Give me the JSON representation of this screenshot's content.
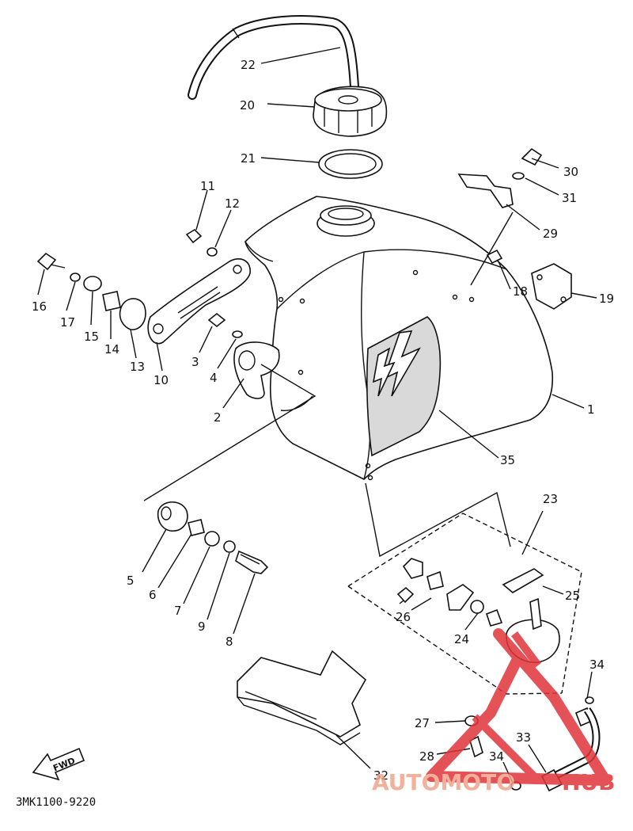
{
  "diagram": {
    "code": "3MK1100-9220",
    "fwd_label": "FWD",
    "part_labels": {
      "p1": "1",
      "p2": "2",
      "p3": "3",
      "p4": "4",
      "p5": "5",
      "p6": "6",
      "p7": "7",
      "p8": "8",
      "p9": "9",
      "p10": "10",
      "p11": "11",
      "p12": "12",
      "p13": "13",
      "p14": "14",
      "p15": "15",
      "p16": "16",
      "p17": "17",
      "p18": "18",
      "p19": "19",
      "p20": "20",
      "p21": "21",
      "p22": "22",
      "p23": "23",
      "p24": "24",
      "p25": "25",
      "p26": "26",
      "p27": "27",
      "p28": "28",
      "p29": "29",
      "p30": "30",
      "p31": "31",
      "p32": "32",
      "p33": "33",
      "p34a": "34",
      "p34b": "34",
      "p35": "35"
    }
  },
  "watermark": {
    "part1": "AUTOMOTO",
    "part2": "HUB",
    "color_primary": "#e0353a",
    "color_light": "#f2a48a"
  }
}
